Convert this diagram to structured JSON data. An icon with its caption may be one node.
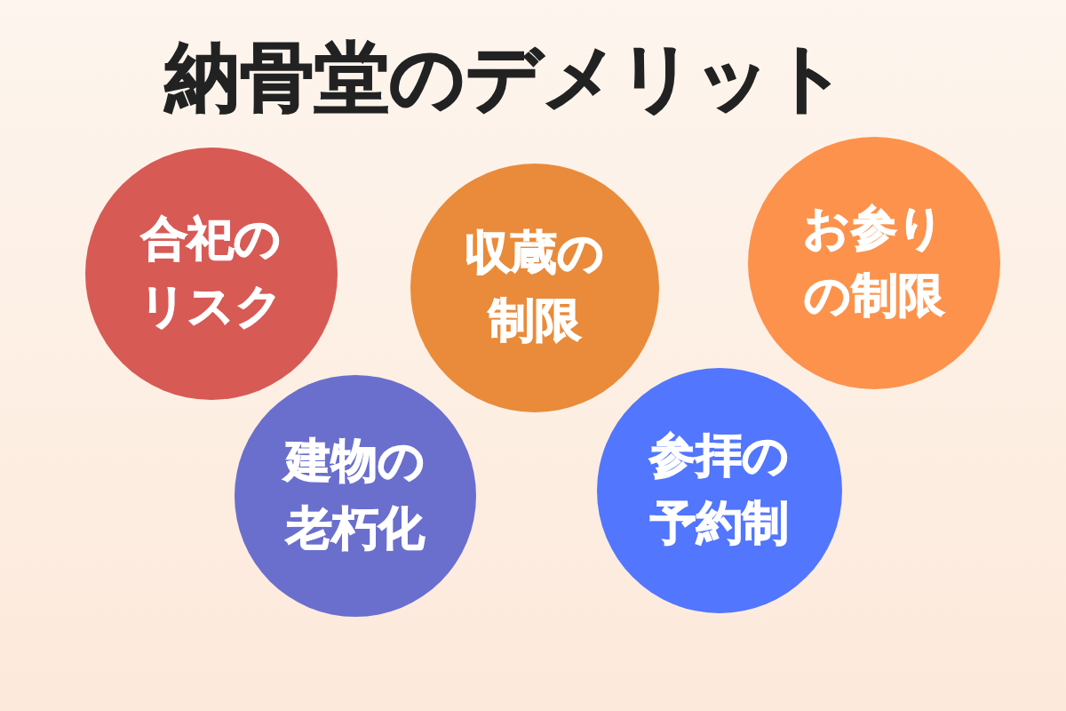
{
  "diagram": {
    "title": "納骨堂のデメリット",
    "nodes": [
      {
        "text": [
          "合祀のリスク"
        ]
      },
      {
        "text": [
          "収蔵の制限"
        ]
      },
      {
        "text": [
          "お参りの制限"
        ]
      },
      {
        "text": [
          "建物の老朽化"
        ]
      },
      {
        "text": [
          "参拝の予約制"
        ]
      }
    ]
  }
}
